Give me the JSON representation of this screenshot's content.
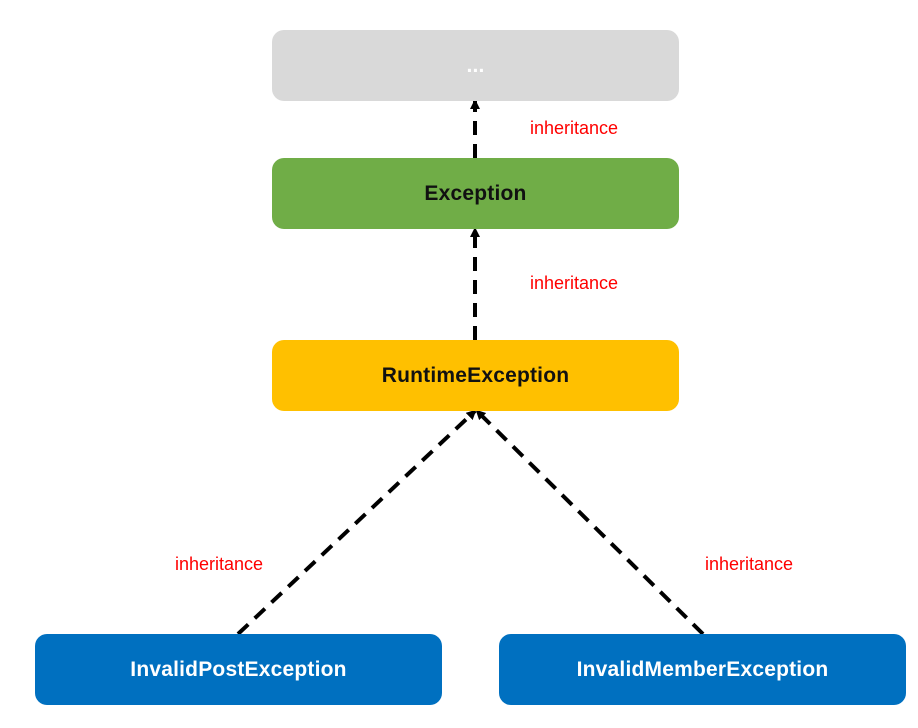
{
  "diagram": {
    "nodes": {
      "top": {
        "label": "...",
        "color": "#d9d9d9"
      },
      "exception": {
        "label": "Exception",
        "color": "#70ad47"
      },
      "runtime": {
        "label": "RuntimeException",
        "color": "#ffc000"
      },
      "post": {
        "label": "InvalidPostException",
        "color": "#0070c0"
      },
      "member": {
        "label": "InvalidMemberException",
        "color": "#0070c0"
      }
    },
    "edges": [
      {
        "from": "exception",
        "to": "top",
        "label": "inheritance"
      },
      {
        "from": "runtime",
        "to": "exception",
        "label": "inheritance"
      },
      {
        "from": "post",
        "to": "runtime",
        "label": "inheritance"
      },
      {
        "from": "member",
        "to": "runtime",
        "label": "inheritance"
      }
    ],
    "label_color": "#ff0000",
    "arrow_style": "dashed"
  }
}
